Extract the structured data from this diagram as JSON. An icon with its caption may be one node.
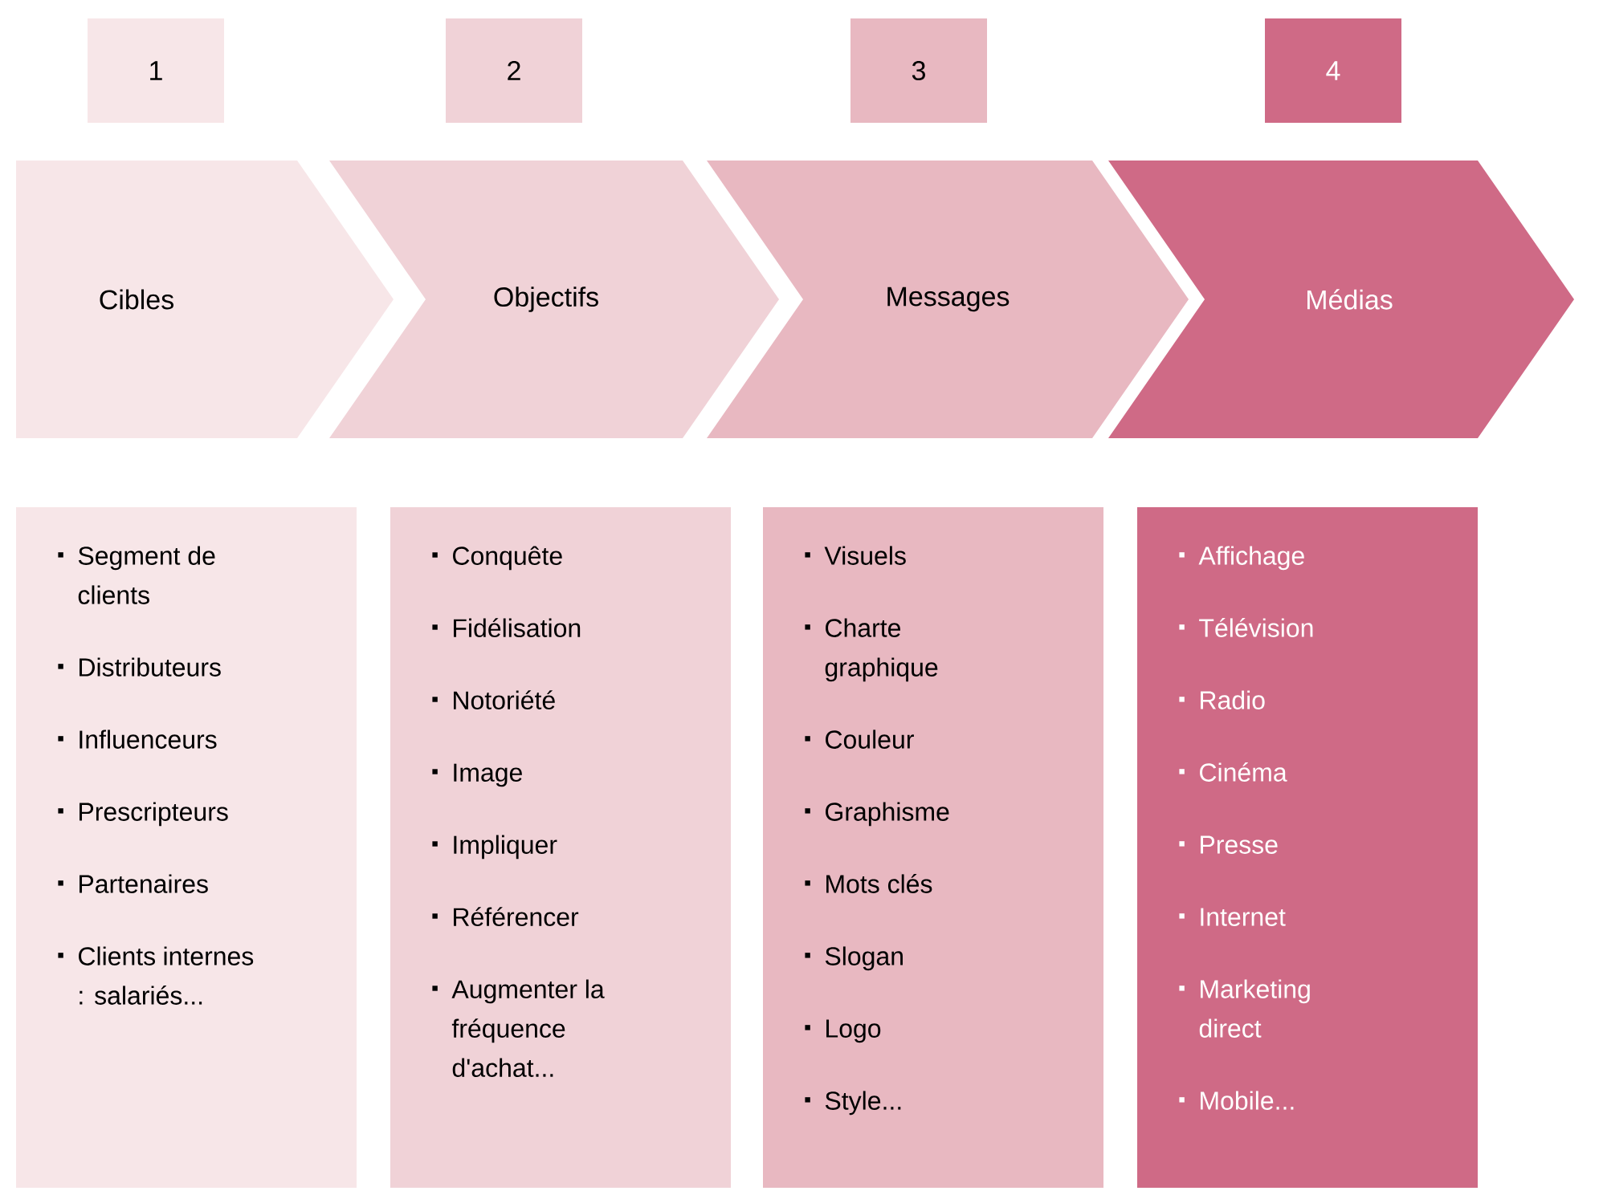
{
  "diagram": {
    "nodes": [
      {
        "text": [
          "1"
        ]
      },
      {
        "text": [
          "2"
        ]
      },
      {
        "text": [
          "3"
        ]
      },
      {
        "text": [
          "4"
        ]
      },
      {
        "text": [
          "Cibles"
        ]
      },
      {
        "text": [
          "Objectifs"
        ]
      },
      {
        "text": [
          "Messages"
        ]
      },
      {
        "text": [
          "Médias"
        ]
      },
      {
        "text": [
          "Segment de clients",
          "Distributeurs",
          "Influenceurs",
          "Prescripteurs",
          "Partenaires",
          "Clients internes : salariés..."
        ]
      },
      {
        "text": [
          "Conquête",
          "Fidélisation",
          "Notoriété",
          "Image",
          "Impliquer",
          "Référencer",
          "Augmenter la fréquence d'achat..."
        ]
      },
      {
        "text": [
          "Visuels",
          "Charte graphique",
          "Couleur",
          "Graphisme",
          "Mots clés",
          "Slogan",
          "Logo",
          "Style..."
        ]
      },
      {
        "text": [
          "Affichage",
          "Télévision",
          "Radio",
          "Cinéma",
          "Presse",
          "Internet",
          "Marketing direct",
          "Mobile..."
        ]
      }
    ]
  }
}
